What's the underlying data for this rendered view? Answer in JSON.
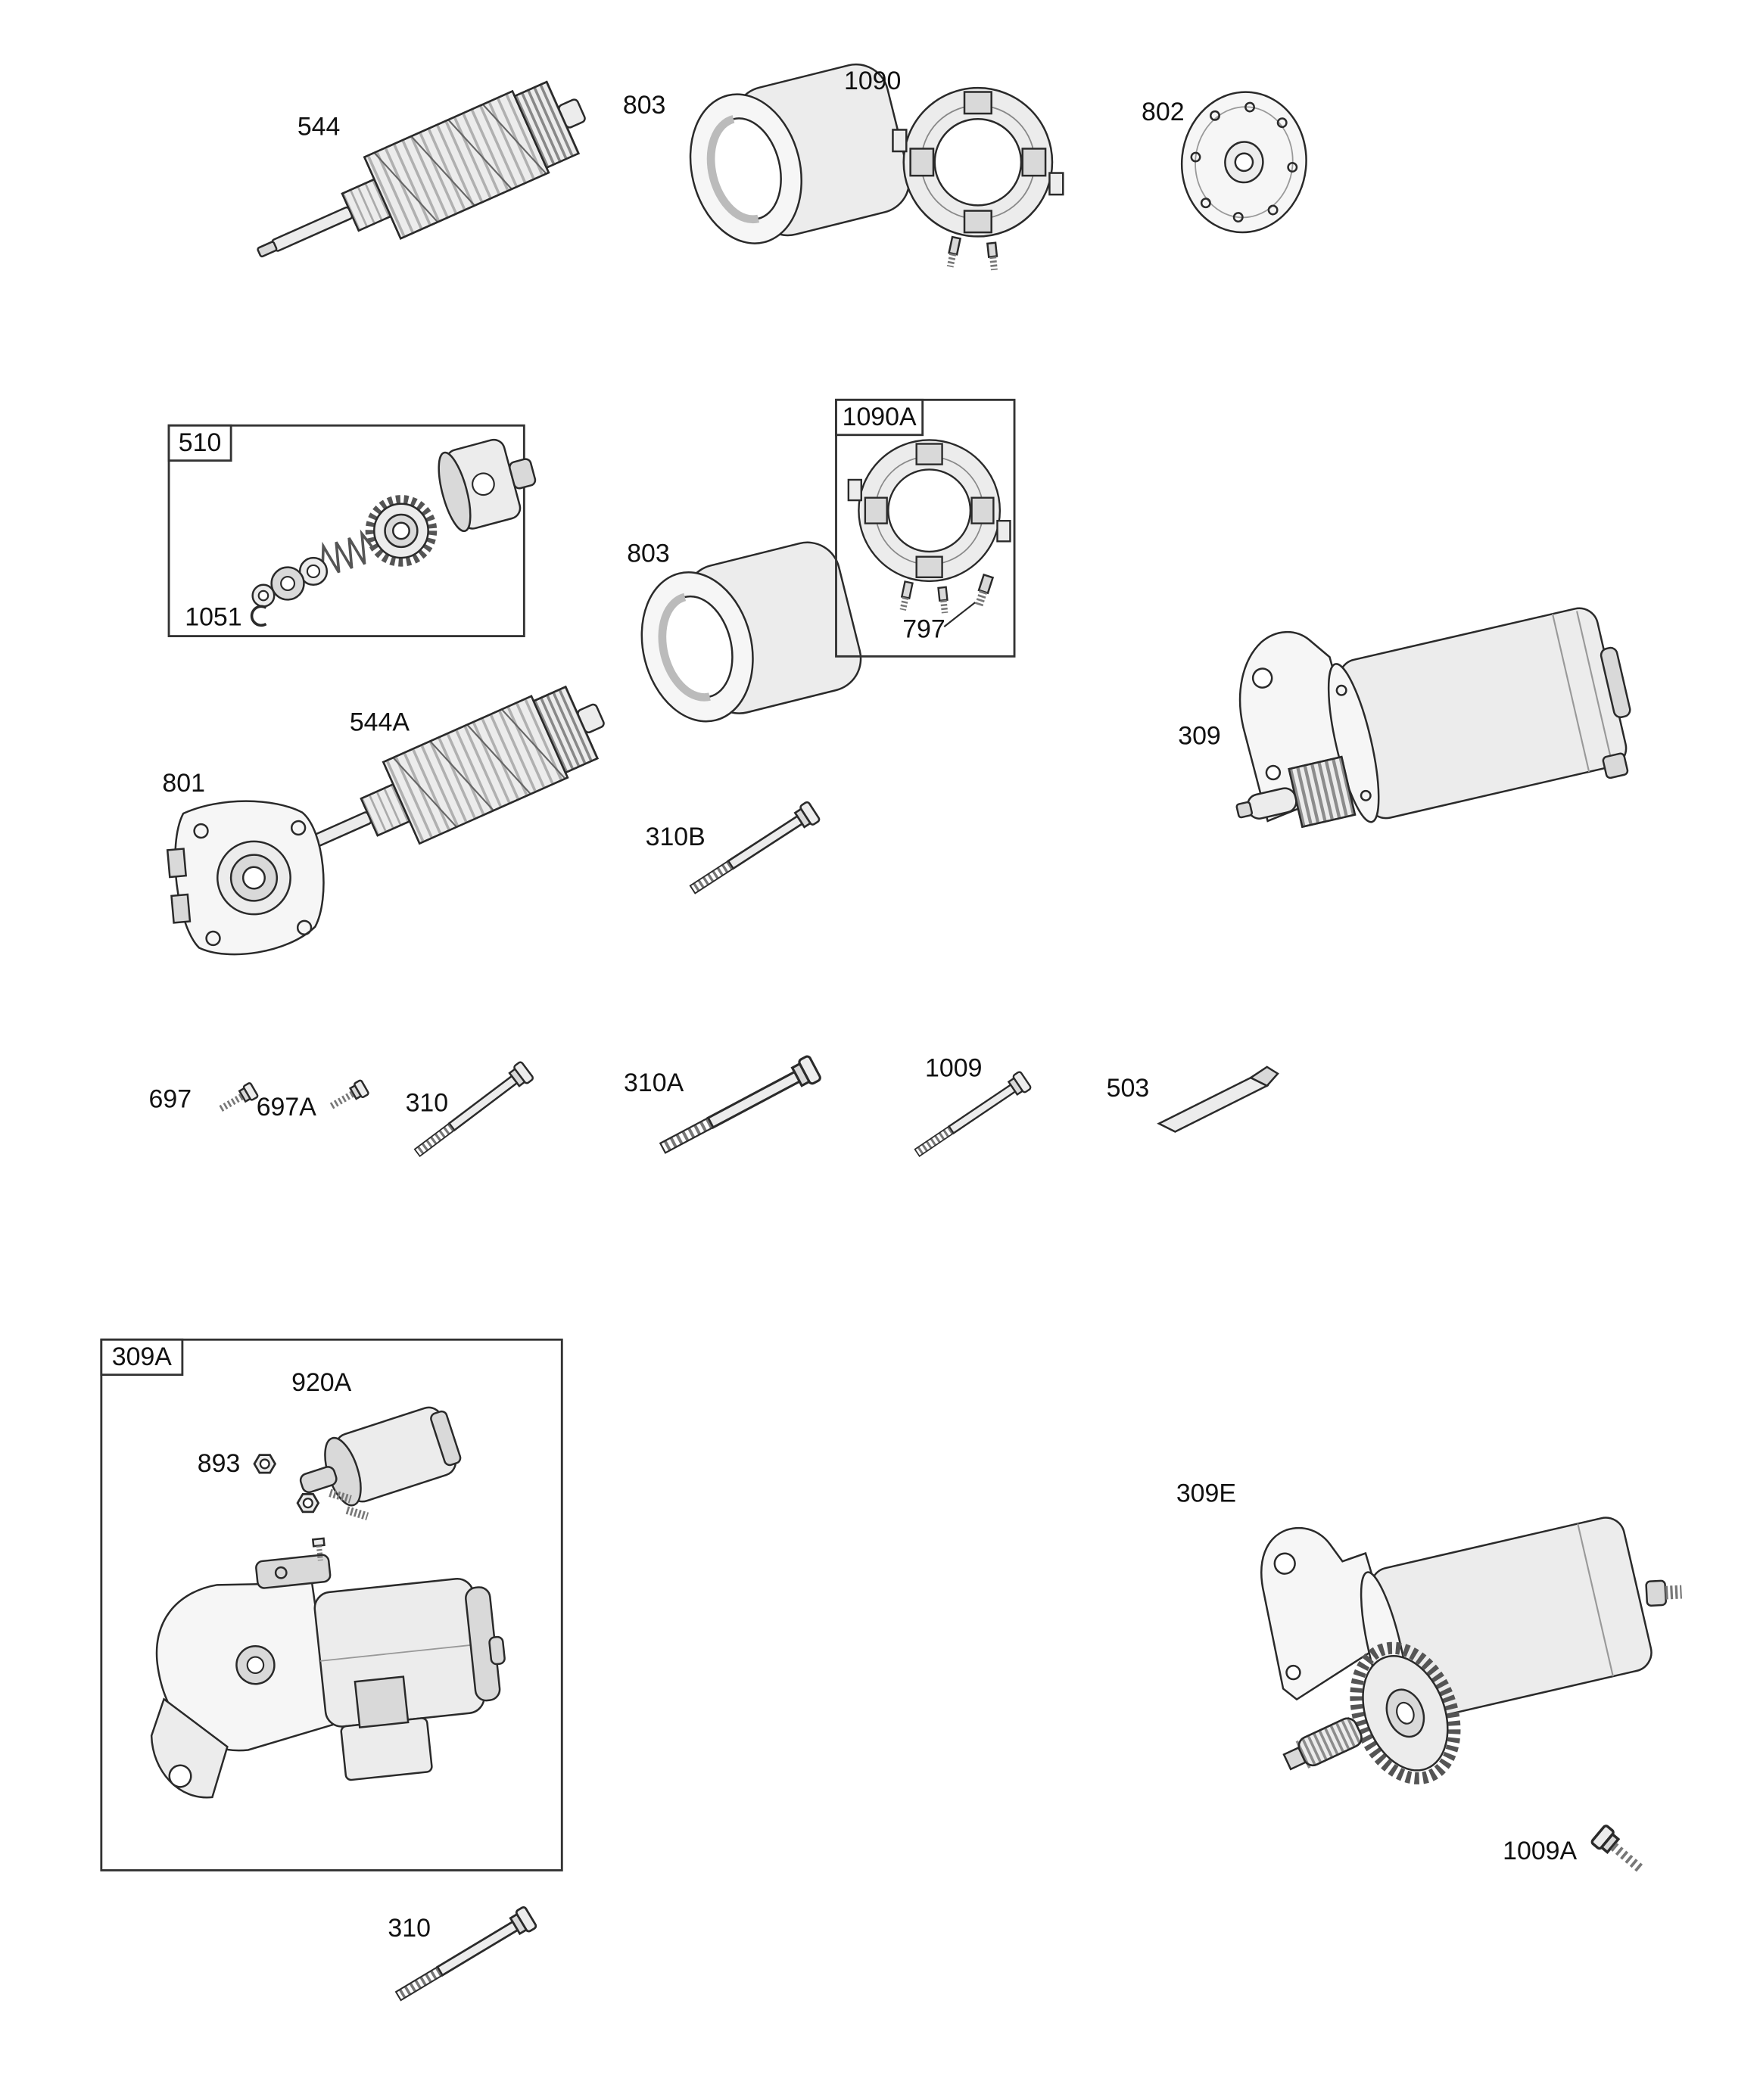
{
  "page": {
    "background": "#ffffff",
    "line_color": "#2a2a2a"
  },
  "labels": {
    "p544": "544",
    "p803_top": "803",
    "p1090": "1090",
    "p802": "802",
    "box510": "510",
    "p1051": "1051",
    "p803_mid": "803",
    "box1090A": "1090A",
    "p797": "797",
    "p309": "309",
    "p544A": "544A",
    "p801": "801",
    "p310B": "310B",
    "p697": "697",
    "p697A": "697A",
    "p310_mid": "310",
    "p310A": "310A",
    "p1009": "1009",
    "p503": "503",
    "box309A": "309A",
    "p920A": "920A",
    "p893": "893",
    "p309E": "309E",
    "p1009A": "1009A",
    "p310_bottom": "310"
  }
}
